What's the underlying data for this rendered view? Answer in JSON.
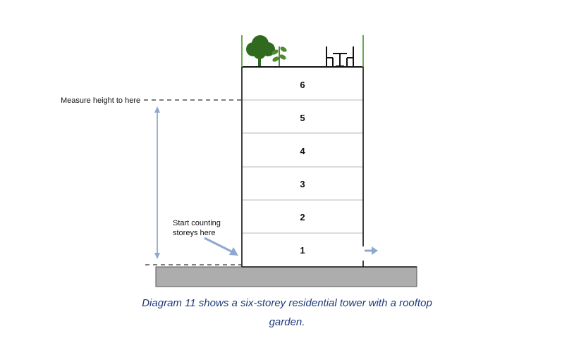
{
  "annotations": {
    "measure_height": "Measure height to here",
    "start_counting_line1": "Start counting",
    "start_counting_line2": "storeys here"
  },
  "floors": [
    {
      "label": "6"
    },
    {
      "label": "5"
    },
    {
      "label": "4"
    },
    {
      "label": "3"
    },
    {
      "label": "2"
    },
    {
      "label": "1"
    }
  ],
  "caption": {
    "line1": "Diagram 11 shows a six-storey residential tower with a rooftop",
    "line2": "garden."
  },
  "colors": {
    "building_outline": "#111111",
    "floor_divider": "#cfcfcf",
    "ground": "#adadad",
    "arrow": "#8fa8cf",
    "garden_green": "#2f6a1f",
    "rooftop_rail": "#6aa84f",
    "caption_text": "#1f3a7a"
  },
  "icons": {
    "rooftop_left": "tree-and-plant-icon",
    "rooftop_right": "table-and-chairs-icon",
    "exit_arrow": "right-arrow-icon"
  }
}
